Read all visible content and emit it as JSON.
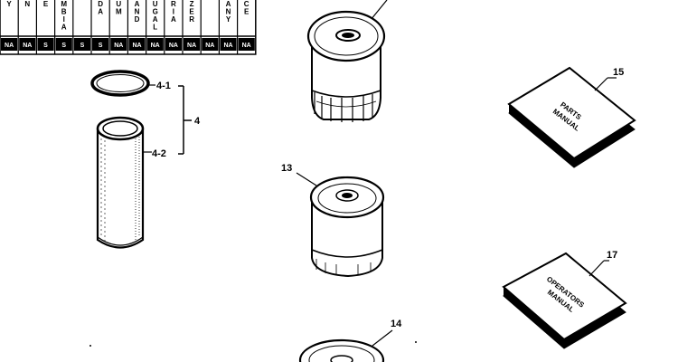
{
  "applicability_table": {
    "columns": [
      {
        "header": "Y",
        "code": "NA"
      },
      {
        "header": "N",
        "code": "NA"
      },
      {
        "header": "E",
        "code": "S"
      },
      {
        "header": "MBIA",
        "code": "S"
      },
      {
        "header": "",
        "code": "S"
      },
      {
        "header": "DA",
        "code": "S"
      },
      {
        "header": "UM",
        "code": "NA"
      },
      {
        "header": "AND",
        "code": "NA"
      },
      {
        "header": "UGAL",
        "code": "NA"
      },
      {
        "header": "RIA",
        "code": "NA"
      },
      {
        "header": "ZER",
        "code": "NA"
      },
      {
        "header": "",
        "code": "NA"
      },
      {
        "header": "ANY",
        "code": "NA"
      },
      {
        "header": "CE",
        "code": "NA"
      }
    ]
  },
  "callouts": {
    "item_4": "4",
    "item_4_1": "4-1",
    "item_4_2": "4-2",
    "item_13": "13",
    "item_14": "14",
    "item_15": "15",
    "item_17": "17"
  },
  "manuals": {
    "parts_line1": "PARTS",
    "parts_line2": "MANUAL",
    "operators_line1": "OPERATORS",
    "operators_line2": "MANUAL"
  }
}
